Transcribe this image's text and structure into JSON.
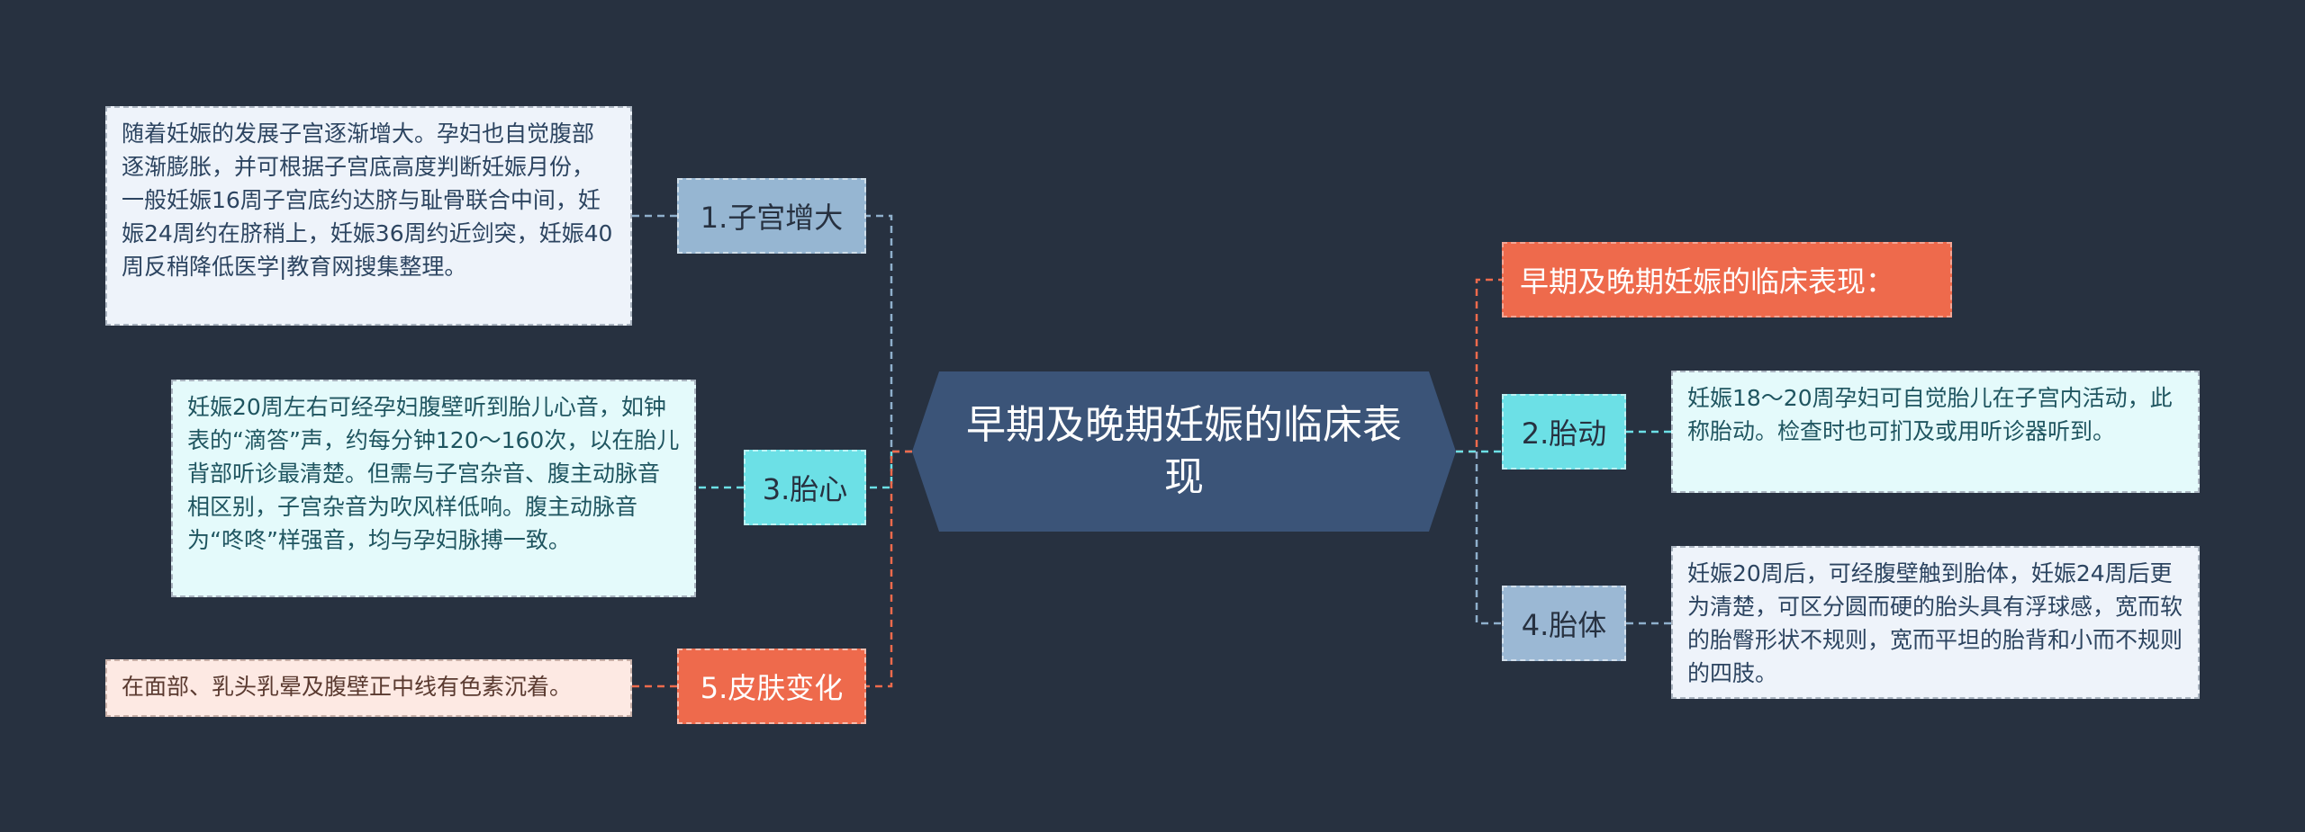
{
  "center": {
    "title": "早期及晚期妊娠的临床表现"
  },
  "right_title": "早期及晚期妊娠的临床表现：",
  "branches": [
    {
      "label": "1.子宫增大",
      "detail": "随着妊娠的发展子宫逐渐增大。孕妇也自觉腹部逐渐膨胀，并可根据子宫底高度判断妊娠月份，一般妊娠16周子宫底约达脐与耻骨联合中间，妊娠24周约在脐稍上，妊娠36周约近剑突，妊娠40周反稍降低医学|教育网搜集整理。"
    },
    {
      "label": "3.胎心",
      "detail": "妊娠20周左右可经孕妇腹壁听到胎儿心音，如钟表的“滴答”声，约每分钟120～160次，以在胎儿背部听诊最清楚。但需与子宫杂音、腹主动脉音相区别，子宫杂音为吹风样低响。腹主动脉音为“咚咚”样强音，均与孕妇脉搏一致。"
    },
    {
      "label": "5.皮肤变化",
      "detail": "在面部、乳头乳晕及腹壁正中线有色素沉着。"
    },
    {
      "label": "2.胎动",
      "detail": "妊娠18～20周孕妇可自觉胎儿在子宫内活动，此称胎动。检查时也可扪及或用听诊器听到。"
    },
    {
      "label": "4.胎体",
      "detail": "妊娠20周后，可经腹壁触到胎体，妊娠24周后更为清楚，可区分圆而硬的胎头具有浮球感，宽而软的胎臀形状不规则，宽而平坦的胎背和小而不规则的四肢。"
    }
  ],
  "colors": {
    "background": "#273140",
    "center": "#3b5478",
    "blue": "#96b6d2",
    "cyan": "#6ce0e6",
    "orange": "#ee6a4c"
  }
}
